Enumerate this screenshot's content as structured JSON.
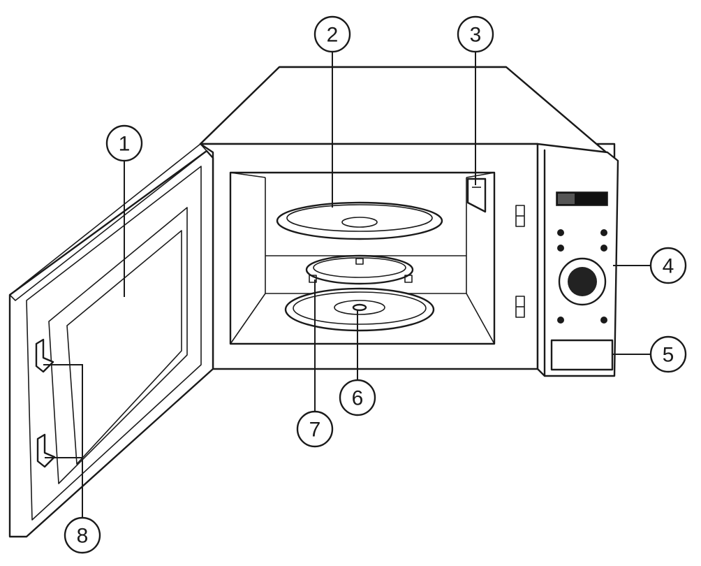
{
  "callouts": [
    {
      "id": "1",
      "label": "1"
    },
    {
      "id": "2",
      "label": "2"
    },
    {
      "id": "3",
      "label": "3"
    },
    {
      "id": "4",
      "label": "4"
    },
    {
      "id": "5",
      "label": "5"
    },
    {
      "id": "6",
      "label": "6"
    },
    {
      "id": "7",
      "label": "7"
    },
    {
      "id": "8",
      "label": "8"
    }
  ],
  "colors": {
    "line": "#1a1a1a",
    "display_dark": "#111111",
    "knob": "#222222",
    "background": "#ffffff"
  }
}
